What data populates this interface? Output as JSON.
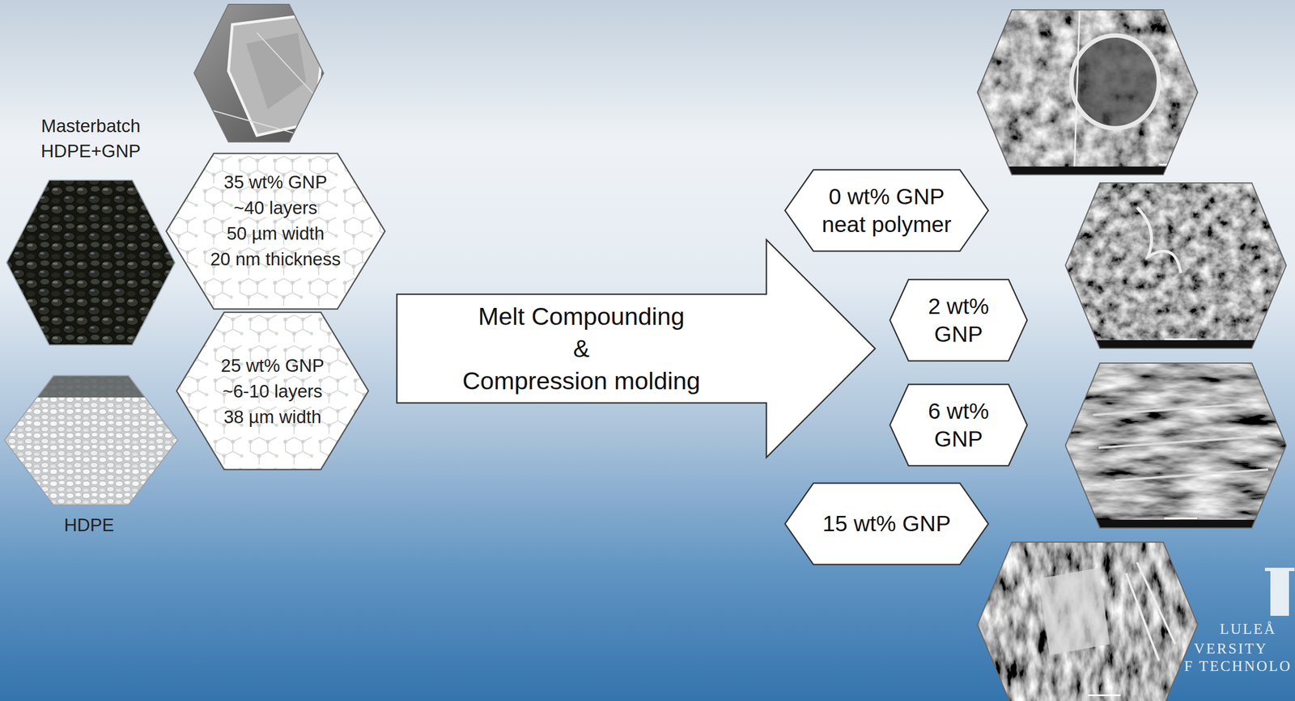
{
  "diagram": {
    "nodes": [
      {
        "text": [
          "35 wt% GNP",
          "~40 layers",
          "50 µm width",
          "20 nm thickness"
        ]
      },
      {
        "text": [
          "25 wt% GNP",
          "~6-10 layers",
          "38 µm width"
        ]
      },
      {
        "text": [
          "Melt Compounding",
          "&",
          "Compression molding"
        ]
      },
      {
        "text": [
          "0 wt% GNP",
          "neat polymer"
        ]
      },
      {
        "text": [
          "2 wt% GNP"
        ]
      },
      {
        "text": [
          "6 wt% GNP"
        ]
      },
      {
        "text": [
          "15 wt% GNP"
        ]
      }
    ],
    "labels": [
      "Masterbatch",
      "HDPE+GNP",
      "HDPE",
      "LULEÅ",
      "VERSITY",
      "F TECHNOLO"
    ]
  }
}
